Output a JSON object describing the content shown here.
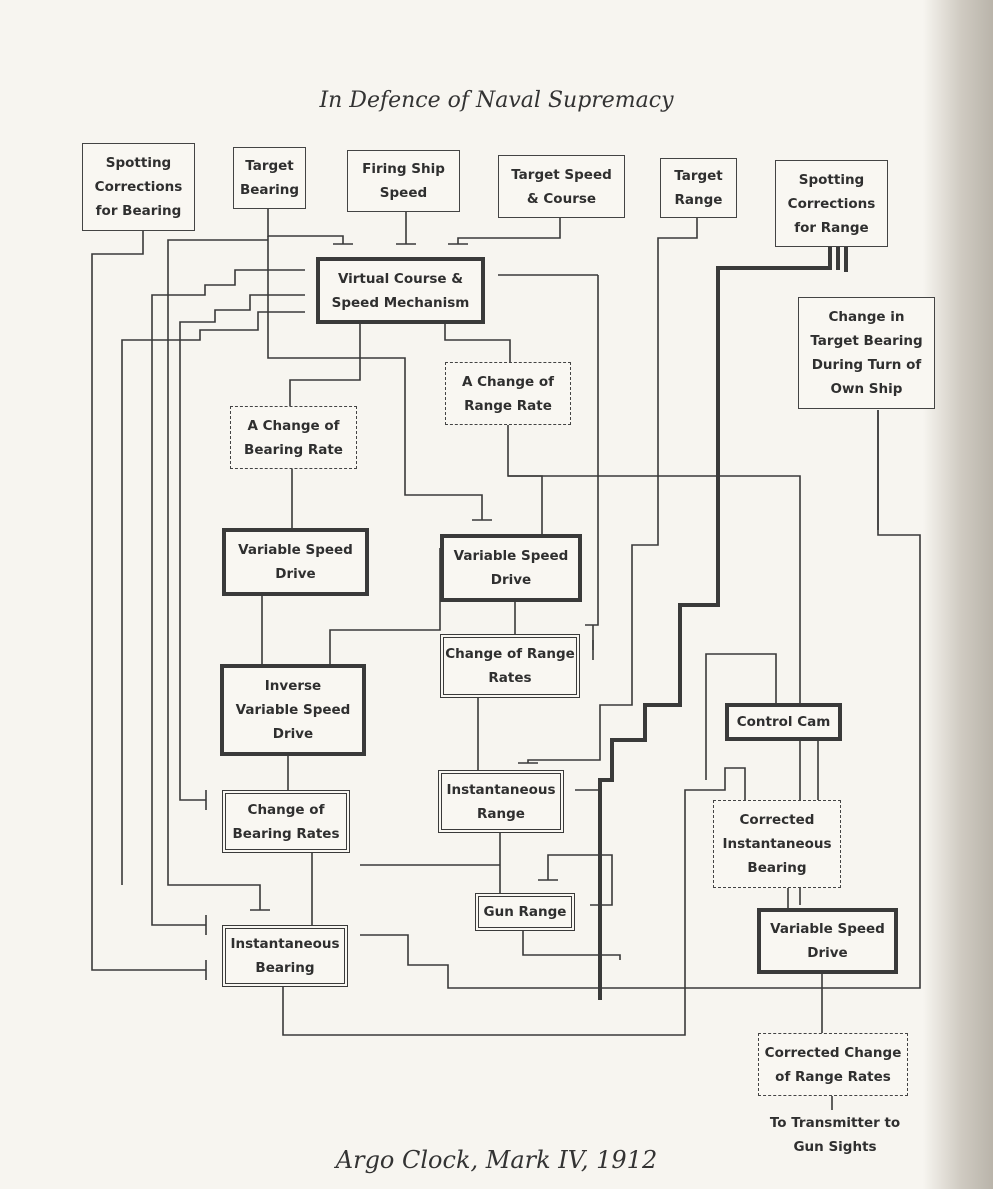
{
  "title": "In Defence of Naval Supremacy",
  "caption": "Argo Clock, Mark IV, 1912",
  "diagram": {
    "spotting_bearing": "Spotting\nCorrections\nfor Bearing",
    "target_bearing": "Target\nBearing",
    "firing_ship_speed": "Firing Ship\nSpeed",
    "target_speed_course": "Target Speed\n& Course",
    "target_range": "Target\nRange",
    "spotting_range": "Spotting\nCorrections\nfor Range",
    "virtual_course": "Virtual Course &\nSpeed Mechanism",
    "change_target_bearing_turn": "Change in\nTarget Bearing\nDuring Turn of\nOwn Ship",
    "change_range_rate": "A Change of\nRange Rate",
    "change_bearing_rate": "A Change of\nBearing Rate",
    "vsd_left": "Variable Speed\nDrive",
    "vsd_center": "Variable Speed\nDrive",
    "inverse_vsd": "Inverse\nVariable Speed\nDrive",
    "change_range_rates": "Change of Range\nRates",
    "control_cam": "Control Cam",
    "change_bearing_rates": "Change of\nBearing Rates",
    "instantaneous_range": "Instantaneous\nRange",
    "corrected_inst_bearing": "Corrected\nInstantaneous\nBearing",
    "gun_range": "Gun Range",
    "vsd_right": "Variable Speed\nDrive",
    "instantaneous_bearing": "Instantaneous\nBearing",
    "corrected_change_range_rates": "Corrected Change\nof Range Rates",
    "to_transmitter": "To Transmitter to\nGun Sights"
  }
}
